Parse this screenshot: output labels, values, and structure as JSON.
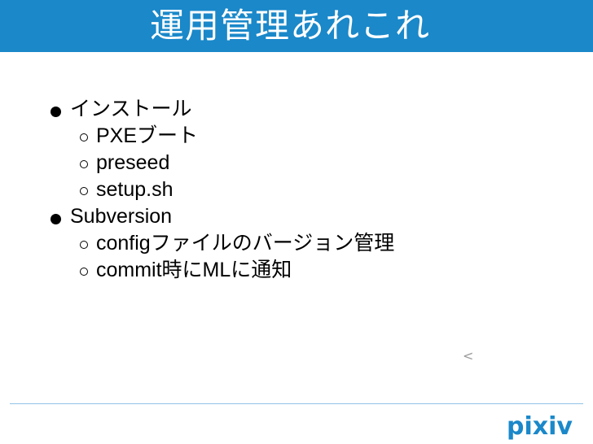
{
  "slide": {
    "title": "運用管理あれこれ",
    "items": [
      {
        "level": 1,
        "text": "インストール"
      },
      {
        "level": 2,
        "text": "PXEブート"
      },
      {
        "level": 2,
        "text": "preseed"
      },
      {
        "level": 2,
        "text": "setup.sh"
      },
      {
        "level": 1,
        "text": "Subversion"
      },
      {
        "level": 2,
        "text": "configファイルのバージョン管理"
      },
      {
        "level": 2,
        "text": "commit時にMLに通知"
      }
    ],
    "stray_glyph": "<"
  },
  "logo": {
    "text": "pixiv"
  },
  "colors": {
    "title_bar": "#1a88c9",
    "title_text": "#ffffff",
    "footer_line": "#8fc3e6",
    "logo": "#1a88c9"
  }
}
